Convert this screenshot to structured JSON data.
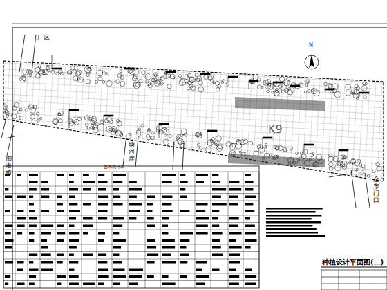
{
  "diagram": {
    "title": "种植设计平面图(二)",
    "labels": [
      "N",
      "厂区",
      "K9",
      "御港路",
      "塘河岸",
      "金东门口",
      "苗木统计表"
    ]
  }
}
